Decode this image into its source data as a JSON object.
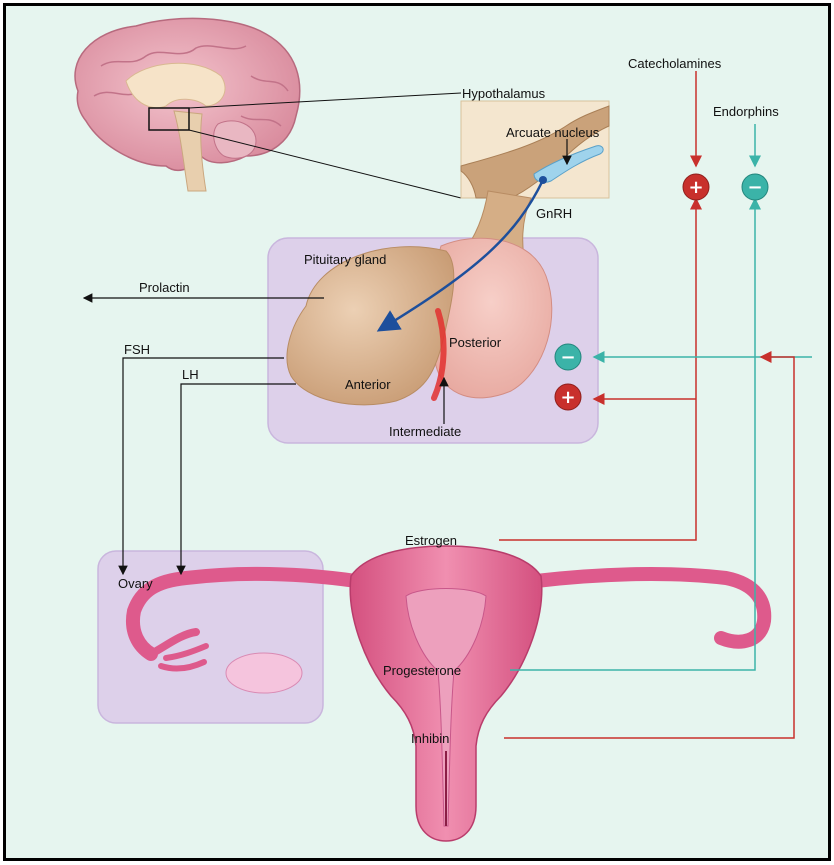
{
  "labels": {
    "hypothalamus": "Hypothalamus",
    "arcuate_nucleus": "Arcuate nucleus",
    "gnrh": "GnRH",
    "catecholamines": "Catecholamines",
    "endorphins": "Endorphins",
    "pituitary_gland": "Pituitary gland",
    "prolactin": "Prolactin",
    "fsh": "FSH",
    "lh": "LH",
    "posterior": "Posterior",
    "anterior": "Anterior",
    "intermediate": "Intermediate",
    "estrogen": "Estrogen",
    "ovary": "Ovary",
    "progesterone": "Progesterone",
    "inhibin": "Inhibin"
  },
  "signs": {
    "plus": "+",
    "minus": "−"
  },
  "colors": {
    "background": "#e6f5ef",
    "stimulatory": "#c8302c",
    "inhibitory": "#3bb3a8",
    "panel": "#ddd0ea",
    "tissue_tan": "#d9b38e",
    "uterus_pink": "#e0608f",
    "brain_pink": "#e7a6b6"
  }
}
